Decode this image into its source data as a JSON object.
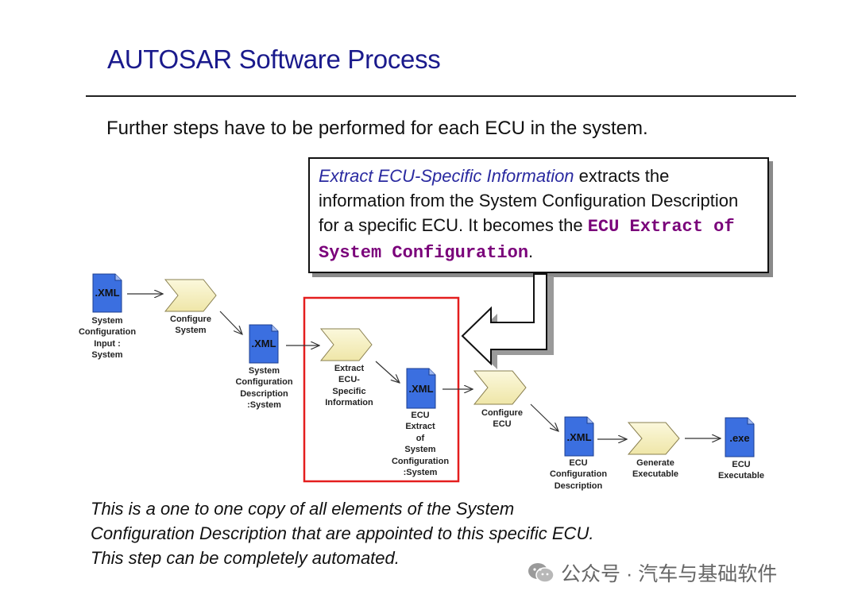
{
  "title": "AUTOSAR Software Process",
  "subtitle": "Further steps have to be performed for each ECU in the system.",
  "callout": {
    "italic_part": "Extract ECU-Specific Information",
    "text1": " extracts the information from the System Configuration Description for a specific ECU. It becomes the ",
    "mono_part": "ECU Extract of System Configuration",
    "end": "."
  },
  "nodes": {
    "sys_input_icon": ".XML",
    "sys_input_label": "System\nConfiguration\nInput :\nSystem",
    "configure_system": "Configure\nSystem",
    "sys_desc_icon": ".XML",
    "sys_desc_label": "System\nConfiguration\nDescription\n:System",
    "extract_ecu": "Extract\nECU-\nSpecific\nInformation",
    "ecu_extract_icon": ".XML",
    "ecu_extract_label": "ECU\nExtract\nof\nSystem\nConfiguration\n:System",
    "configure_ecu": "Configure\nECU",
    "ecu_conf_icon": ".XML",
    "ecu_conf_label": "ECU\nConfiguration\nDescription",
    "generate_exec": "Generate\nExecutable",
    "exe_icon": ".exe",
    "exe_label": "ECU\nExecutable"
  },
  "footer": {
    "line1": "This is a one to one copy of all elements of the System",
    "line2": "Configuration Description that are appointed to this specific ECU.",
    "line3": "This step can be completely automated."
  },
  "watermark": "公众号 · 汽车与基础软件",
  "colors": {
    "title": "#1a1a8c",
    "doc_icon": "#3b6fe0",
    "chevron": "#f6f0c0",
    "highlight_box": "#e41e1e",
    "mono_text": "#7a007a"
  }
}
